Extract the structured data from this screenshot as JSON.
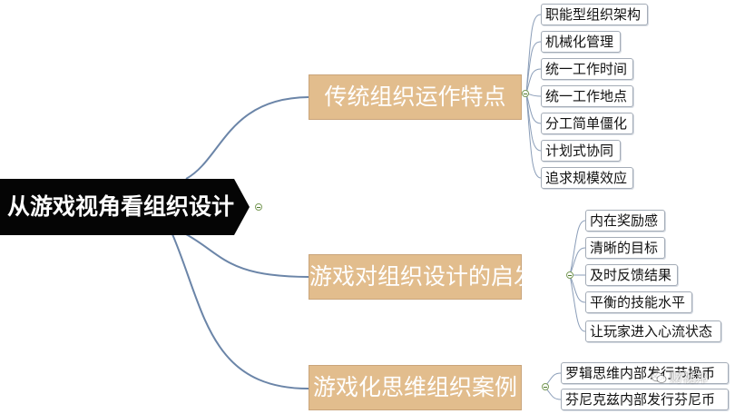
{
  "diagram": {
    "root": {
      "label": "从游戏视角看组织设计"
    },
    "branches": [
      {
        "label": "传统组织运作特点",
        "leaves": [
          "职能型组织架构",
          "机械化管理",
          "统一工作时间",
          "统一工作地点",
          "分工简单僵化",
          "计划式协同",
          "追求规模效应"
        ]
      },
      {
        "label": "游戏对组织设计的启发",
        "leaves": [
          "内在奖励感",
          "清晰的目标",
          "及时反馈结果",
          "平衡的技能水平",
          "让玩家进入心流状态"
        ]
      },
      {
        "label": "游戏化思维组织案例",
        "leaves": [
          "罗辑思维内部发行节操币",
          "芬尼克兹内部发行芬尼币"
        ]
      }
    ],
    "colors": {
      "root_fill": "#050505",
      "branch_fill": "#e2bd8d",
      "connector": "#6b85a8",
      "leaf_border": "#a4acb7"
    }
  },
  "watermark": {
    "text": "财视邦",
    "icon": "chat-bubbles-icon"
  }
}
